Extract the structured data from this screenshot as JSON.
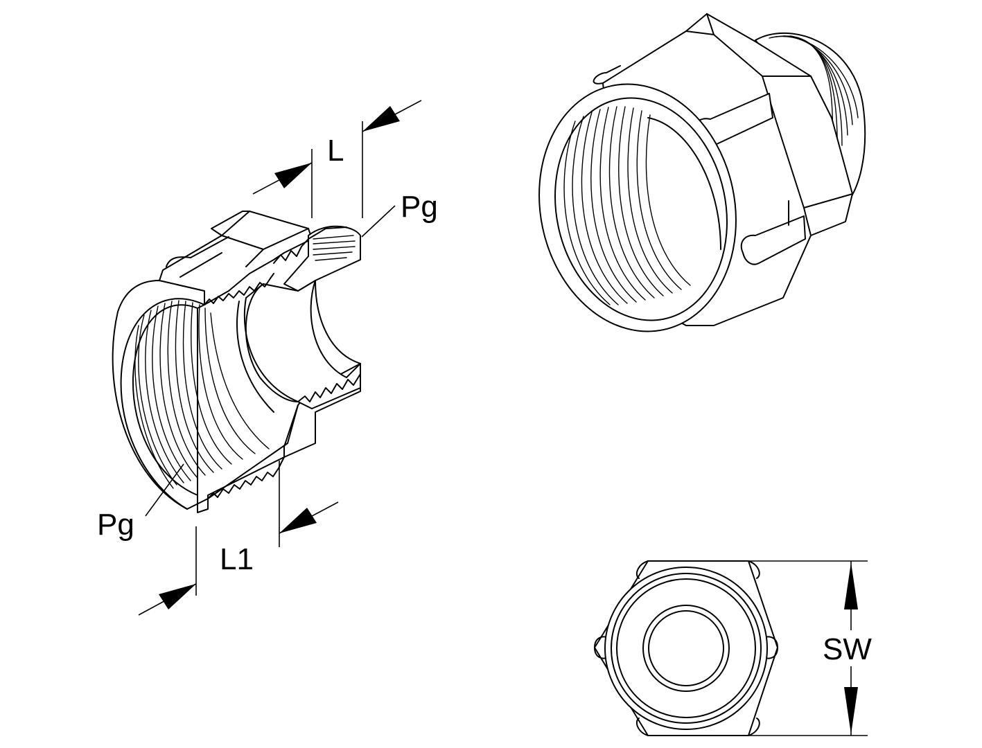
{
  "labels": {
    "pg_top": "Pg",
    "pg_bottom": "Pg",
    "length_l": "L",
    "length_l1": "L1",
    "width_sw": "SW"
  },
  "colors": {
    "line": "#000000",
    "background": "#ffffff"
  },
  "views": [
    "cutaway-side-view",
    "isometric-view",
    "front-view"
  ]
}
